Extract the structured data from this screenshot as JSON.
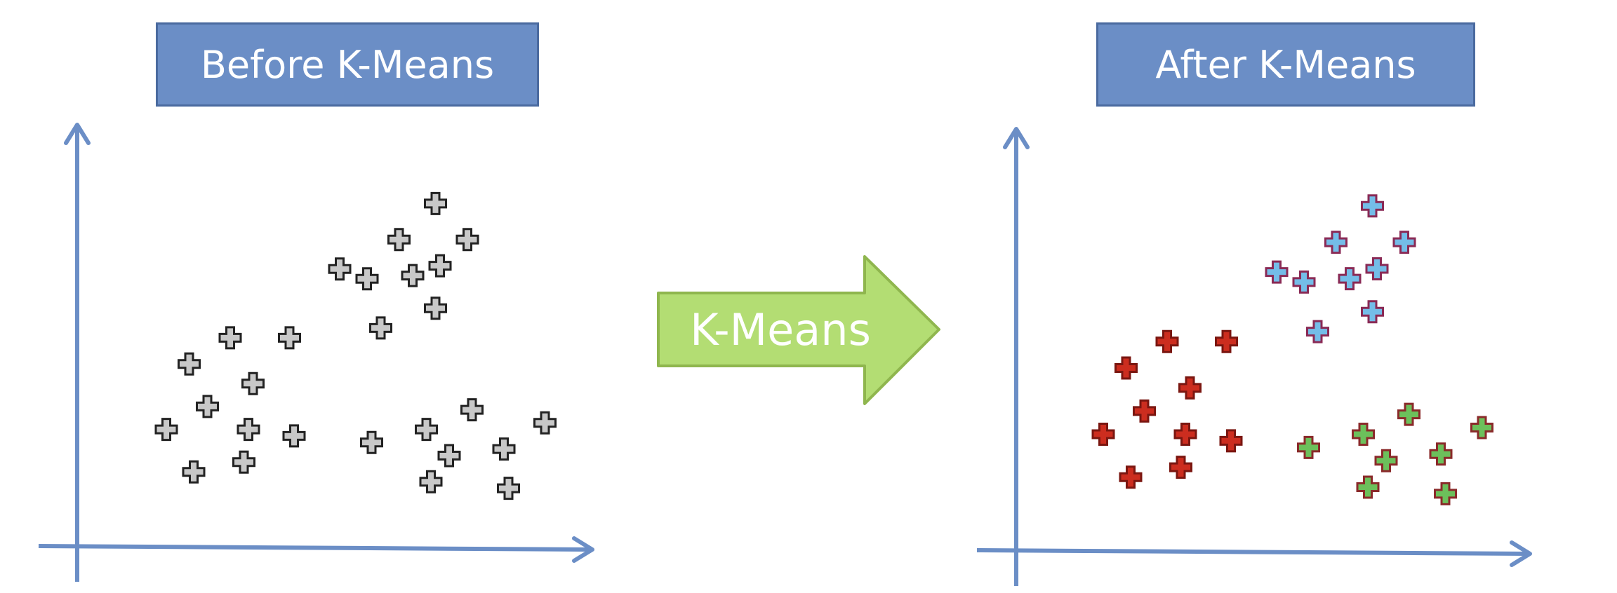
{
  "panels": {
    "before_title": "Before K-Means",
    "after_title": "After K-Means"
  },
  "arrow": {
    "label": "K-Means",
    "fill": "#b3dd73",
    "stroke": "#8fb64e"
  },
  "colors": {
    "axis": "#6b8ec6",
    "unclustered": "#c8c8c8",
    "cluster_red": "#cc2d1f",
    "cluster_blue": "#74bde8",
    "cluster_green": "#6cc05b"
  },
  "chart_data": [
    {
      "type": "scatter",
      "title": "Before K-Means",
      "xlim": [
        0,
        100
      ],
      "ylim": [
        0,
        100
      ],
      "series": [
        {
          "cluster": "none",
          "points": [
            [
              67,
              92
            ],
            [
              59,
              81
            ],
            [
              74,
              81
            ],
            [
              46,
              72
            ],
            [
              52,
              69
            ],
            [
              62,
              70
            ],
            [
              68,
              73
            ],
            [
              67,
              60
            ],
            [
              55,
              54
            ],
            [
              22,
              51
            ],
            [
              35,
              51
            ],
            [
              13,
              43
            ],
            [
              27,
              37
            ],
            [
              17,
              30
            ],
            [
              8,
              23
            ],
            [
              26,
              23
            ],
            [
              36,
              21
            ],
            [
              14,
              10
            ],
            [
              25,
              13
            ],
            [
              53,
              19
            ],
            [
              65,
              23
            ],
            [
              75,
              29
            ],
            [
              70,
              15
            ],
            [
              82,
              17
            ],
            [
              91,
              25
            ],
            [
              66,
              7
            ],
            [
              83,
              5
            ]
          ]
        }
      ]
    },
    {
      "type": "scatter",
      "title": "After K-Means",
      "xlim": [
        0,
        100
      ],
      "ylim": [
        0,
        100
      ],
      "series": [
        {
          "cluster": "red",
          "points": [
            [
              22,
              51
            ],
            [
              35,
              51
            ],
            [
              13,
              43
            ],
            [
              27,
              37
            ],
            [
              17,
              30
            ],
            [
              8,
              23
            ],
            [
              26,
              23
            ],
            [
              36,
              21
            ],
            [
              14,
              10
            ],
            [
              25,
              13
            ]
          ]
        },
        {
          "cluster": "blue",
          "points": [
            [
              67,
              92
            ],
            [
              59,
              81
            ],
            [
              74,
              81
            ],
            [
              46,
              72
            ],
            [
              52,
              69
            ],
            [
              62,
              70
            ],
            [
              68,
              73
            ],
            [
              67,
              60
            ],
            [
              55,
              54
            ]
          ]
        },
        {
          "cluster": "green",
          "points": [
            [
              53,
              19
            ],
            [
              65,
              23
            ],
            [
              75,
              29
            ],
            [
              70,
              15
            ],
            [
              82,
              17
            ],
            [
              91,
              25
            ],
            [
              66,
              7
            ],
            [
              83,
              5
            ]
          ]
        }
      ]
    }
  ]
}
